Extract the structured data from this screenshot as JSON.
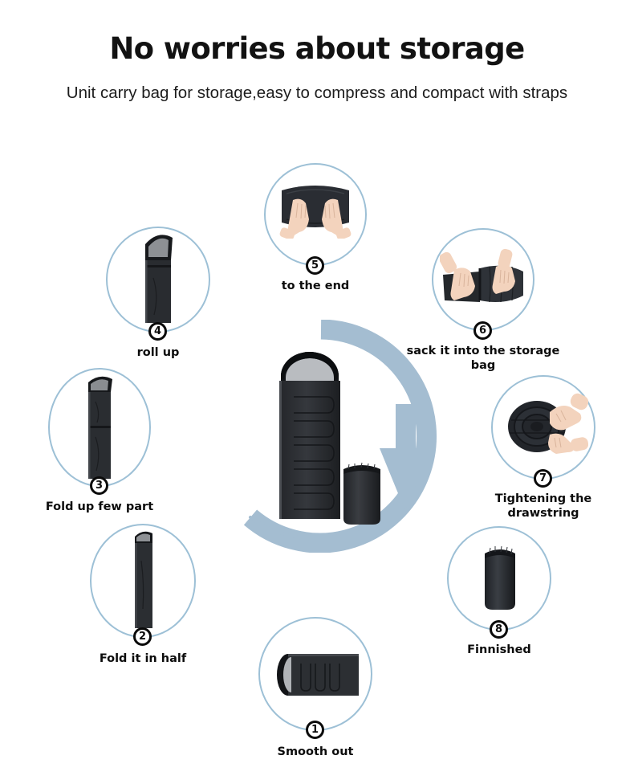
{
  "header": {
    "title": "No worries about storage",
    "subtitle": "Unit carry bag for storage,easy to\ncompress and compact with straps"
  },
  "colors": {
    "ring_blue": "#a4bdd1",
    "bubble_outline": "#9dc0d6",
    "text_black": "#0c0c0c",
    "bag_black": "#2b2d30",
    "lining_gray": "#b9bcc0",
    "skin": "#f3d3bd"
  },
  "center": {
    "product_name": "sleeping-bag-with-stuff-sack",
    "arrow_name": "clockwise-cycle-arrow"
  },
  "steps": [
    {
      "number": "1",
      "label": "Smooth out",
      "icon": "sleeping-bag-flat"
    },
    {
      "number": "2",
      "label": "Fold it in half",
      "icon": "sleeping-bag-folded-half"
    },
    {
      "number": "3",
      "label": "Fold up few part",
      "icon": "sleeping-bag-folded-part"
    },
    {
      "number": "4",
      "label": "roll up",
      "icon": "sleeping-bag-rolled"
    },
    {
      "number": "5",
      "label": "to the end",
      "icon": "hands-pressing-roll"
    },
    {
      "number": "6",
      "label": "sack it into the storage bag",
      "icon": "hands-stuffing-sack"
    },
    {
      "number": "7",
      "label": "Tightening the\ndrawstring",
      "icon": "hands-tightening-drawstring"
    },
    {
      "number": "8",
      "label": "Finnished",
      "icon": "packed-stuff-sack"
    }
  ]
}
